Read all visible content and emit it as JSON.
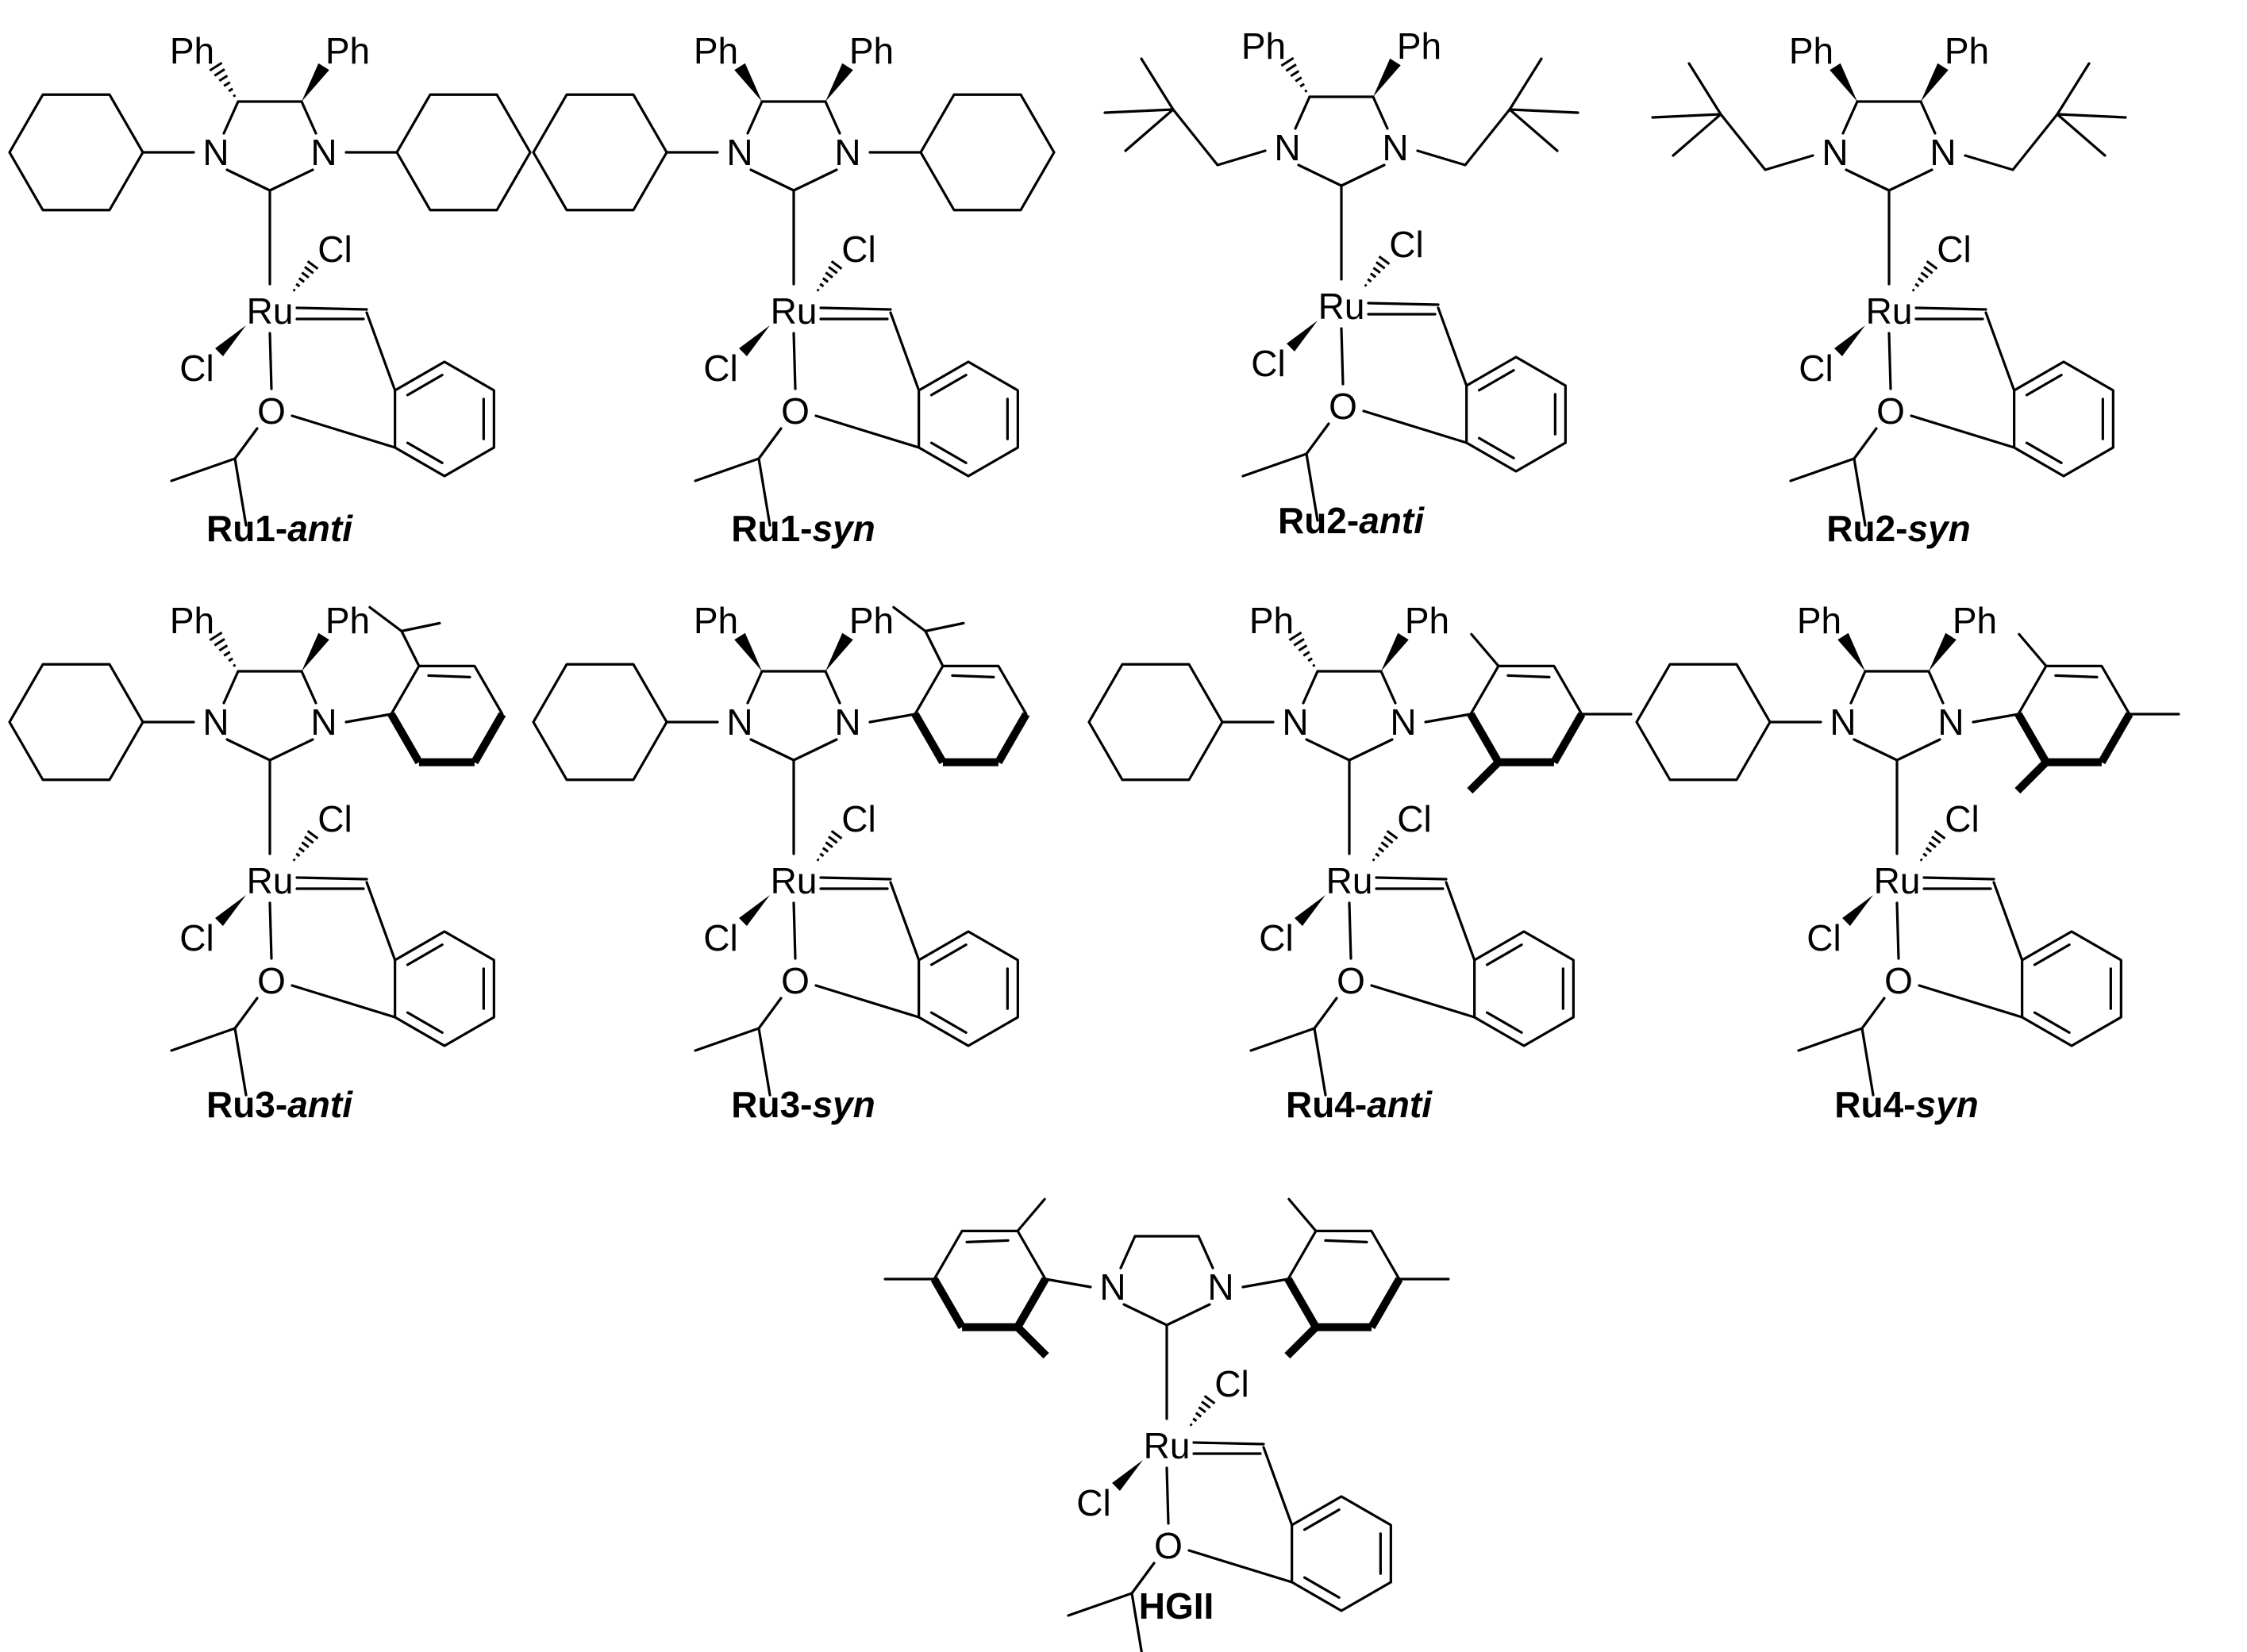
{
  "figure": {
    "compounds": [
      {
        "id": "Ru1-anti",
        "name": "Ru1",
        "config": "anti",
        "nsub": "cy",
        "stereo": "anti"
      },
      {
        "id": "Ru1-syn",
        "name": "Ru1",
        "config": "syn",
        "nsub": "cy",
        "stereo": "syn"
      },
      {
        "id": "Ru2-anti",
        "name": "Ru2",
        "config": "anti",
        "nsub": "neo",
        "stereo": "anti"
      },
      {
        "id": "Ru2-syn",
        "name": "Ru2",
        "config": "syn",
        "nsub": "neo",
        "stereo": "syn"
      },
      {
        "id": "Ru3-anti",
        "name": "Ru3",
        "config": "anti",
        "nsub": "cy-ipr",
        "stereo": "anti"
      },
      {
        "id": "Ru3-syn",
        "name": "Ru3",
        "config": "syn",
        "nsub": "cy-ipr",
        "stereo": "syn"
      },
      {
        "id": "Ru4-anti",
        "name": "Ru4",
        "config": "anti",
        "nsub": "cy-mes",
        "stereo": "anti"
      },
      {
        "id": "Ru4-syn",
        "name": "Ru4",
        "config": "syn",
        "nsub": "cy-mes",
        "stereo": "syn"
      },
      {
        "id": "HGII",
        "name": "HGII",
        "config": "",
        "nsub": "mes",
        "stereo": "none"
      }
    ],
    "atoms": {
      "ph": "Ph",
      "n": "N",
      "cl": "Cl",
      "ru": "Ru",
      "o": "O"
    },
    "separator": "-"
  }
}
